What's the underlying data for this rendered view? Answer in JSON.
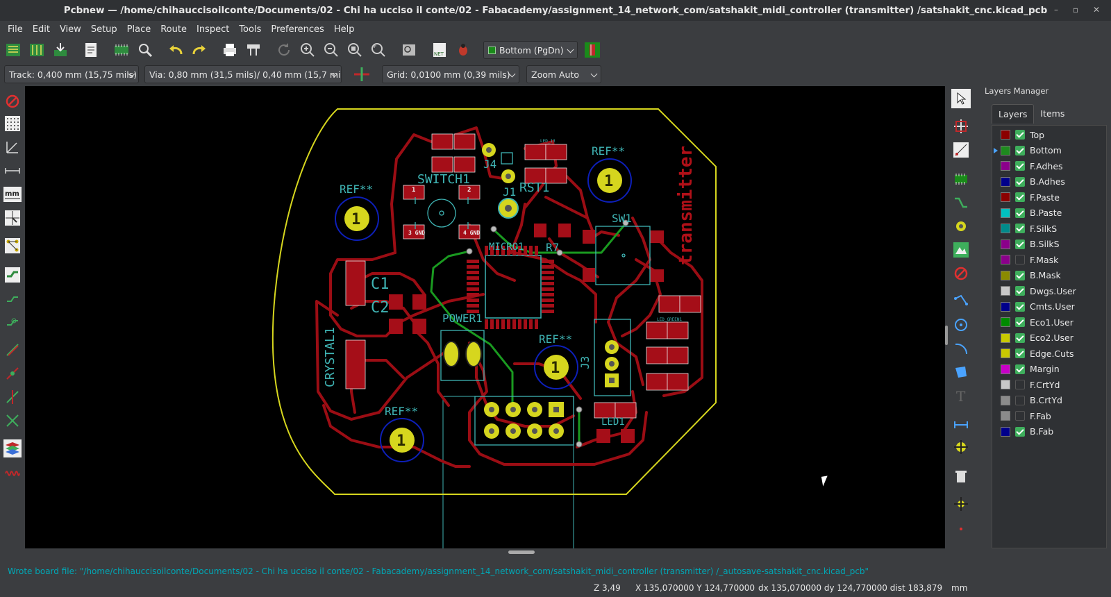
{
  "window": {
    "title": "Pcbnew — /home/chihauccisoilconte/Documents/02 - Chi ha ucciso il conte/02 - Fabacademy/assignment_14_network_com/satshakit_midi_controller (transmitter) /satshakit_cnc.kicad_pcb",
    "min": "–",
    "max": "▫",
    "close": "✕"
  },
  "menu": [
    "File",
    "Edit",
    "View",
    "Setup",
    "Place",
    "Route",
    "Inspect",
    "Tools",
    "Preferences",
    "Help"
  ],
  "toolbar": {
    "layer_select": "Bottom (PgDn)",
    "layer_color": "#1a8a1a"
  },
  "toolbar2": {
    "track": "Track: 0,400 mm (15,75 mils) *",
    "via": "Via: 0,80 mm (31,5 mils)/ 0,40 mm (15,7 mils) *",
    "grid": "Grid: 0,0100 mm (0,39 mils)",
    "zoom": "Zoom Auto"
  },
  "board": {
    "title_text": "transmitter",
    "ref_labels": [
      "REF**",
      "REF**",
      "REF**",
      "REF**"
    ],
    "hole_label": "1",
    "component_labels": [
      "SWITCH1",
      "J4",
      "J1",
      "RST1",
      "SW1",
      "MICRO1",
      "R7",
      "C1",
      "C2",
      "POWER1",
      "CRYSTAL1",
      "J3",
      "LED_GREEN1",
      "LED_13",
      "LED1"
    ],
    "pad_labels": [
      "1",
      "2",
      "3 GND",
      "4 GND"
    ]
  },
  "layers_panel": {
    "title": "Layers Manager",
    "tabs": [
      "Layers",
      "Items"
    ],
    "layers": [
      {
        "name": "Top",
        "color": "#8b0000",
        "checked": true,
        "active": false
      },
      {
        "name": "Bottom",
        "color": "#1e8a1e",
        "checked": true,
        "active": true
      },
      {
        "name": "F.Adhes",
        "color": "#8b008b",
        "checked": true,
        "active": false
      },
      {
        "name": "B.Adhes",
        "color": "#00008b",
        "checked": true,
        "active": false
      },
      {
        "name": "F.Paste",
        "color": "#8b0000",
        "checked": true,
        "active": false
      },
      {
        "name": "B.Paste",
        "color": "#00c0c0",
        "checked": true,
        "active": false
      },
      {
        "name": "F.SilkS",
        "color": "#008b8b",
        "checked": true,
        "active": false
      },
      {
        "name": "B.SilkS",
        "color": "#8b008b",
        "checked": true,
        "active": false
      },
      {
        "name": "F.Mask",
        "color": "#8b008b",
        "checked": false,
        "active": false
      },
      {
        "name": "B.Mask",
        "color": "#8b8b00",
        "checked": true,
        "active": false
      },
      {
        "name": "Dwgs.User",
        "color": "#c8c8c8",
        "checked": true,
        "active": false
      },
      {
        "name": "Cmts.User",
        "color": "#00008b",
        "checked": true,
        "active": false
      },
      {
        "name": "Eco1.User",
        "color": "#008b00",
        "checked": true,
        "active": false
      },
      {
        "name": "Eco2.User",
        "color": "#c8c800",
        "checked": true,
        "active": false
      },
      {
        "name": "Edge.Cuts",
        "color": "#c8c800",
        "checked": true,
        "active": false
      },
      {
        "name": "Margin",
        "color": "#c800c8",
        "checked": true,
        "active": false
      },
      {
        "name": "F.CrtYd",
        "color": "#c8c8c8",
        "checked": false,
        "active": false
      },
      {
        "name": "B.CrtYd",
        "color": "#8b8b8b",
        "checked": false,
        "active": false
      },
      {
        "name": "F.Fab",
        "color": "#8b8b8b",
        "checked": false,
        "active": false
      },
      {
        "name": "B.Fab",
        "color": "#00008b",
        "checked": true,
        "active": false
      }
    ]
  },
  "status": {
    "message": "Wrote board file: \"/home/chihauccisoilconte/Documents/02 - Chi ha ucciso il conte/02 - Fabacademy/assignment_14_network_com/satshakit_midi_controller (transmitter) /_autosave-satshakit_cnc.kicad_pcb\"",
    "zoom": "Z 3,49",
    "xy": "X 135,070000  Y 124,770000",
    "delta": "dx 135,070000  dy 124,770000  dist 183,879",
    "units": "mm"
  }
}
